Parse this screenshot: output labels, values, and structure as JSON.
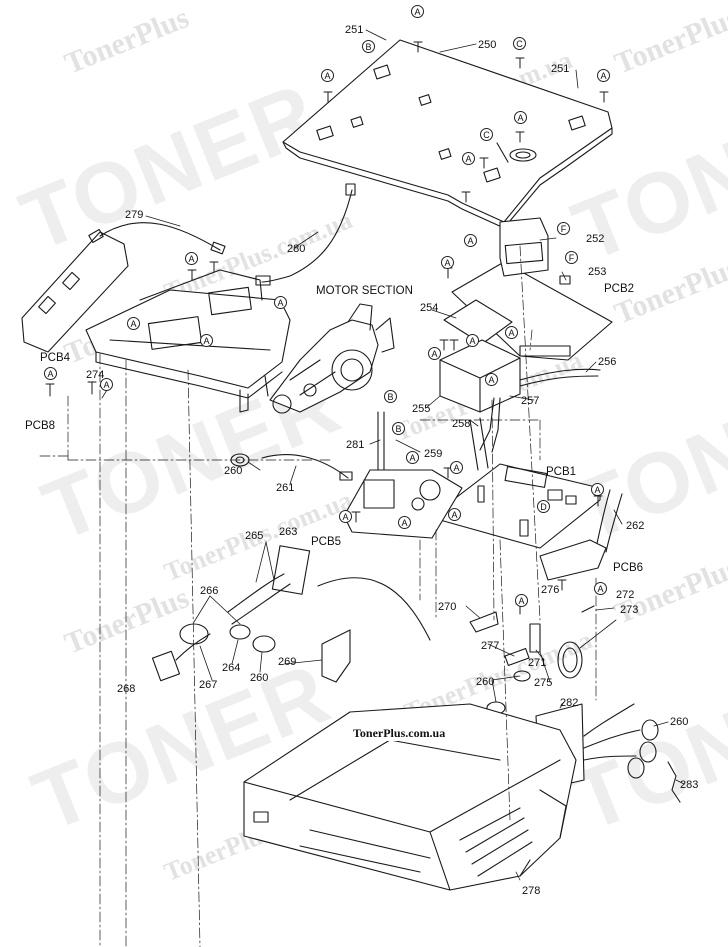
{
  "watermarks": {
    "big_text": "TONER",
    "mid_text": "TonerPlus",
    "url_text": "TonerPlus.com.ua"
  },
  "site_label": "TonerPlus.com.ua",
  "section_label": "MOTOR SECTION",
  "part_labels": {
    "p250": "250",
    "p251a": "251",
    "p251b": "251",
    "p252": "252",
    "p253": "253",
    "p254": "254",
    "p255": "255",
    "p256": "256",
    "p257": "257",
    "p258": "258",
    "p259": "259",
    "p260a": "260",
    "p260b": "260",
    "p260c": "260",
    "p260d": "260",
    "p261": "261",
    "p262": "262",
    "p263": "263",
    "p264": "264",
    "p265": "265",
    "p266": "266",
    "p267": "267",
    "p268": "268",
    "p269": "269",
    "p270": "270",
    "p271": "271",
    "p272": "272",
    "p273": "273",
    "p274": "274",
    "p275": "275",
    "p276": "276",
    "p277": "277",
    "p278": "278",
    "p279": "279",
    "p280": "280",
    "p281": "281",
    "p282": "282",
    "p283": "283"
  },
  "board_labels": {
    "pcb1": "PCB1",
    "pcb2": "PCB2",
    "pcb4": "PCB4",
    "pcb5": "PCB5",
    "pcb6": "PCB6",
    "pcb8": "PCB8"
  },
  "callout_letters": {
    "a": "A",
    "b": "B",
    "c": "C",
    "d": "D",
    "f": "F"
  }
}
